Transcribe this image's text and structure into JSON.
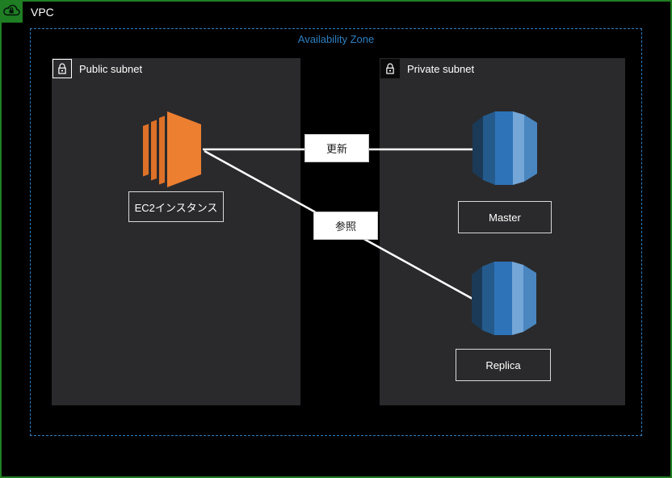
{
  "vpc": {
    "label": "VPC"
  },
  "availability_zone": {
    "label": "Availability Zone"
  },
  "subnets": {
    "public": {
      "label": "Public subnet"
    },
    "private": {
      "label": "Private subnet"
    }
  },
  "nodes": {
    "ec2": {
      "label": "EC2インスタンス"
    },
    "master": {
      "label": "Master"
    },
    "replica": {
      "label": "Replica"
    }
  },
  "edges": {
    "update": {
      "label": "更新"
    },
    "read": {
      "label": "参照"
    }
  },
  "colors": {
    "green": "#1F7E23",
    "az-blue": "#2D7FC1",
    "panel": "#2A2A2C",
    "ec2-orange": "#ED7F31",
    "ec2-orange-dark": "#DD7128",
    "db-dark": "#1B3A57",
    "db-mid-dark": "#255A8C",
    "db-main": "#2E73B8",
    "db-light": "#74A7D8",
    "db-mid": "#4A86C0",
    "line": "#FFFFFF"
  }
}
